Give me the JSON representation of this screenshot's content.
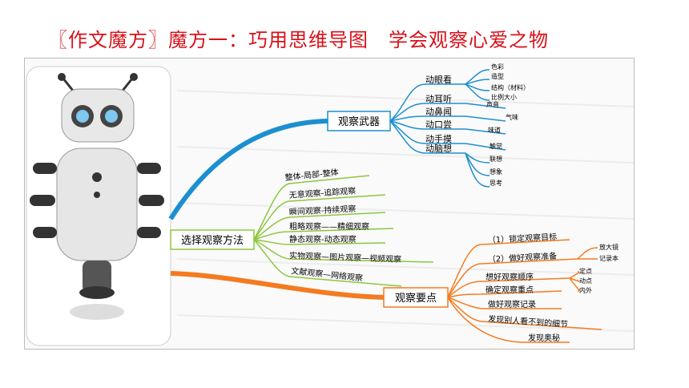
{
  "title": "〖作文魔方〗魔方一：巧用思维导图　学会观察心爱之物",
  "mindmap": {
    "branch1": {
      "label": "观察武器",
      "children": [
        "动眼看",
        "动耳听",
        "动鼻闻",
        "动口尝",
        "动手摸",
        "动脑想"
      ],
      "leaves_eye": [
        "色彩",
        "造型",
        "结构（材料）",
        "比例大小"
      ],
      "leaves_other": [
        "声音",
        "气味",
        "味道",
        "触觉",
        "联想",
        "想象",
        "思考"
      ]
    },
    "branch2": {
      "label": "选择观察方法",
      "children": [
        "整体-局部-整体",
        "无意观察-追踪观察",
        "瞬间观察-持续观察",
        "粗略观察——精细观察",
        "静态观察-动态观察",
        "实物观察—图片观察—视频观察",
        "文献观察—网络观察"
      ]
    },
    "branch3": {
      "label": "观察要点",
      "children": [
        "（1）锁定观察目标",
        "（2）做好观察准备",
        "想好观察顺序",
        "确定观察重点",
        "做好观察记录",
        "发现别人看不到的细节",
        "发现奥秘"
      ],
      "leaves_prep": [
        "放大镜",
        "记录本"
      ],
      "leaves_order": [
        "定点",
        "动点",
        "内外"
      ]
    }
  }
}
